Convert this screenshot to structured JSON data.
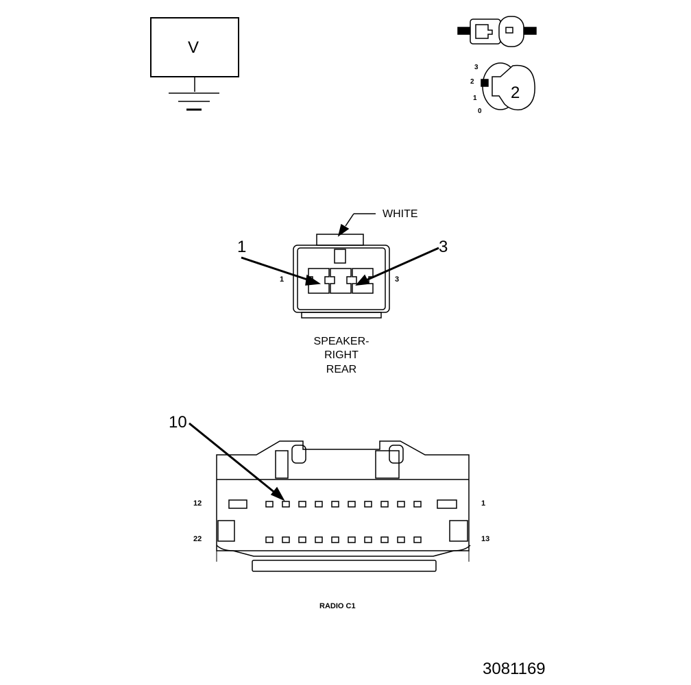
{
  "meter": {
    "label": "V"
  },
  "key_switch": {
    "positions": [
      "3",
      "2",
      "1",
      "0"
    ],
    "key_number": "2"
  },
  "speaker_connector": {
    "color_label": "WHITE",
    "callout_left": "1",
    "callout_right": "3",
    "pin_left": "1",
    "pin_right": "3",
    "name_lines": [
      "SPEAKER-",
      "RIGHT",
      "REAR"
    ]
  },
  "radio_connector": {
    "callout": "10",
    "pin_top_left": "12",
    "pin_top_right": "1",
    "pin_bottom_left": "22",
    "pin_bottom_right": "13",
    "name": "RADIO C1"
  },
  "figure_number": "3081169"
}
